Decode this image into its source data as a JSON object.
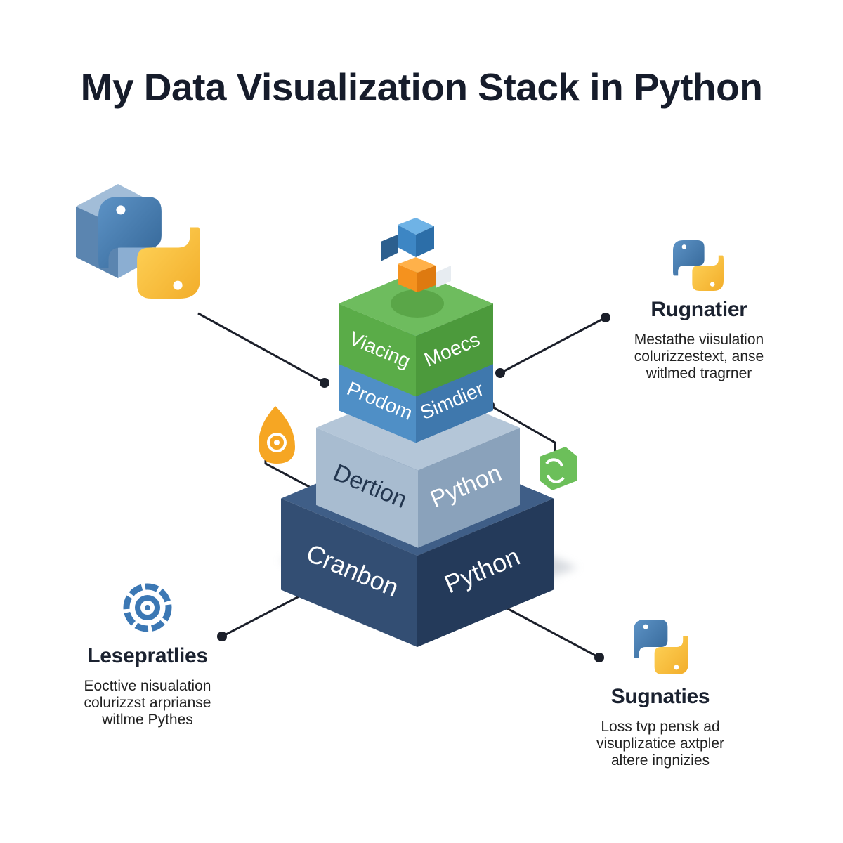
{
  "title": "My Data Visualization Stack in Python",
  "stack": {
    "layers": [
      {
        "left": "Viacing",
        "right": "Moecs",
        "top_color": "#6ebc5e",
        "front_color": "#5aac48",
        "side_color": "#4c9a3c"
      },
      {
        "left": "Prodom",
        "right": "Simdier",
        "top_color": "#5b9bd0",
        "front_color": "#4f8fc6",
        "side_color": "#3f78ad"
      },
      {
        "left": "Dertion",
        "right": "Python",
        "top_color": "#b4c6d8",
        "front_color": "#a8bcd0",
        "side_color": "#8aa2bb"
      },
      {
        "left": "Cranbon",
        "right": "Python",
        "top_color": "#3f5e87",
        "front_color": "#334e73",
        "side_color": "#243a5a"
      }
    ]
  },
  "callouts": {
    "top_right": {
      "heading": "Rugnatier",
      "lines": [
        "Mestathe viisulation",
        "colurizzestext, anse",
        "witlmed tragrner"
      ]
    },
    "bottom_left": {
      "heading": "Lesepratlies",
      "lines": [
        "Eocttive nisualation",
        "colurizzst arprianse",
        "witlme Pythes"
      ]
    },
    "bottom_right": {
      "heading": "Sugnaties",
      "lines": [
        "Loss tvp pensk ad",
        "visuplizatice axtpler",
        "altere ingnizies"
      ]
    }
  },
  "icons": [
    "python-logo-icon",
    "cube-icon",
    "flame-icon",
    "refresh-icon",
    "gear-icon"
  ],
  "colors": {
    "python_blue": "#3f74a6",
    "python_yellow": "#f6be3a",
    "connector": "#1b1f2a",
    "orange": "#f5921e",
    "green": "#6cbf5a"
  }
}
